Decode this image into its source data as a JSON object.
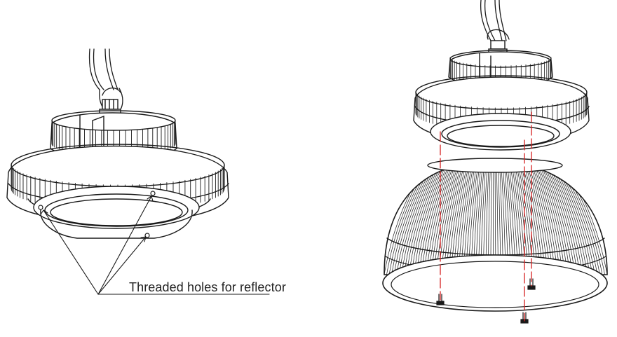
{
  "figure": {
    "callout_label": "Threaded holes for reflector",
    "colors": {
      "line": "#1a1a1a",
      "guide": "#d62020",
      "background": "#ffffff"
    },
    "left_drawing": {
      "subject": "high-bay-light-fixture-with-mounting-holes"
    },
    "right_drawing": {
      "subject": "fixture-with-reflector-dome-exploded"
    }
  }
}
